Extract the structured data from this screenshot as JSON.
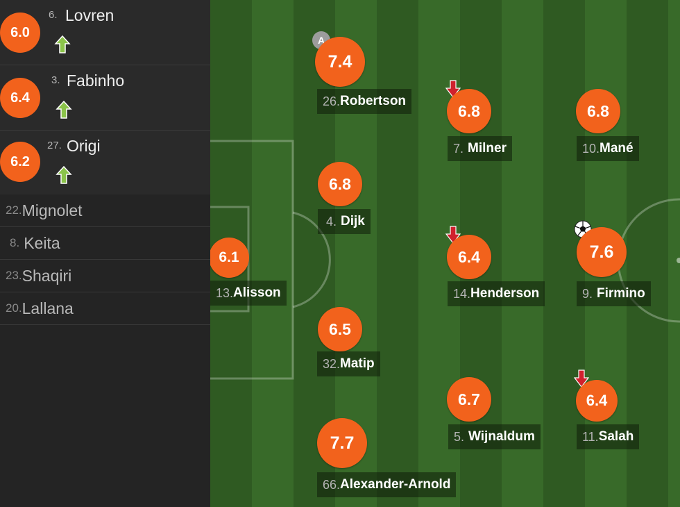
{
  "colors": {
    "rating_bg": "#f2621c",
    "sub_in_arrow": "#8bc34a",
    "sub_out_arrow": "#d0212d",
    "captain_badge": "#9c9c9c",
    "pitch_dark": "#2f5a22",
    "pitch_light": "#386a29"
  },
  "substitutes": [
    {
      "rating": "6.0",
      "number": "6.",
      "name": "Lovren",
      "icon": "sub-in-arrow-icon"
    },
    {
      "rating": "6.4",
      "number": "3.",
      "name": "Fabinho",
      "icon": "sub-in-arrow-icon"
    },
    {
      "rating": "6.2",
      "number": "27.",
      "name": "Origi",
      "icon": "sub-in-arrow-icon"
    }
  ],
  "bench": [
    {
      "number": "22.",
      "name": "Mignolet"
    },
    {
      "number": "8.",
      "name": "Keita"
    },
    {
      "number": "23.",
      "name": "Shaqiri"
    },
    {
      "number": "20.",
      "name": "Lallana"
    }
  ],
  "lineup": [
    {
      "id": "robertson",
      "rating": "7.4",
      "number": "26.",
      "name": "Robertson",
      "captain_badge": "A"
    },
    {
      "id": "milner",
      "rating": "6.8",
      "number": "7.",
      "name": "Milner",
      "icon": "sub-out-arrow-icon"
    },
    {
      "id": "mane",
      "rating": "6.8",
      "number": "10.",
      "name": "Mané"
    },
    {
      "id": "dijk",
      "rating": "6.8",
      "number": "4.",
      "name": "Dijk"
    },
    {
      "id": "alisson",
      "rating": "6.1",
      "number": "13.",
      "name": "Alisson"
    },
    {
      "id": "henderson",
      "rating": "6.4",
      "number": "14.",
      "name": "Henderson",
      "icon": "sub-out-arrow-icon"
    },
    {
      "id": "firmino",
      "rating": "7.6",
      "number": "9.",
      "name": "Firmino",
      "icon": "football-icon"
    },
    {
      "id": "matip",
      "rating": "6.5",
      "number": "32.",
      "name": "Matip"
    },
    {
      "id": "wijnaldum",
      "rating": "6.7",
      "number": "5.",
      "name": "Wijnaldum"
    },
    {
      "id": "salah",
      "rating": "6.4",
      "number": "11.",
      "name": "Salah",
      "icon": "sub-out-arrow-icon"
    },
    {
      "id": "alexander-arnold",
      "rating": "7.7",
      "number": "66.",
      "name": "Alexander-Arnold"
    }
  ]
}
